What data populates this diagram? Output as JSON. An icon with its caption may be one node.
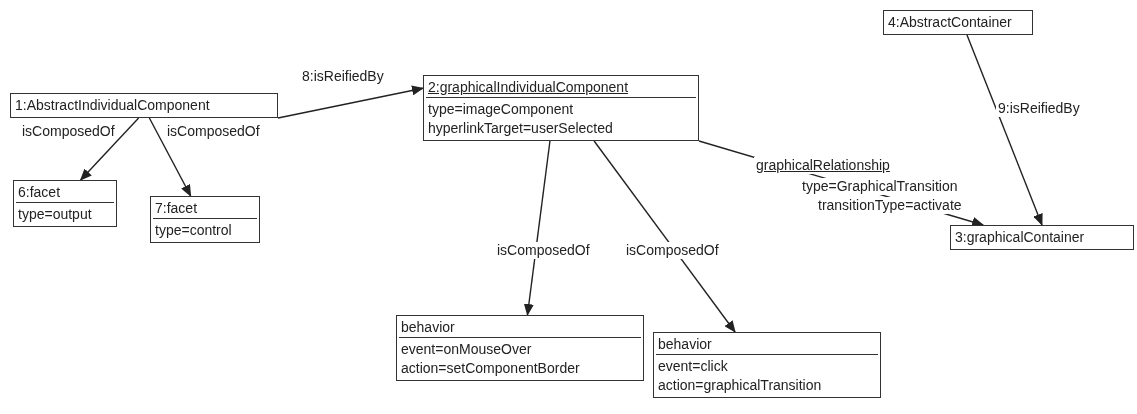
{
  "diagram": {
    "nodes": [
      {
        "text": [
          "1:AbstractIndividualComponent"
        ]
      },
      {
        "text": [
          "2:graphicalIndividualComponent",
          "type=imageComponent",
          "hyperlinkTarget=userSelected"
        ]
      },
      {
        "text": [
          "4:AbstractContainer"
        ]
      },
      {
        "text": [
          "6:facet",
          "type=output"
        ]
      },
      {
        "text": [
          "7:facet",
          "type=control"
        ]
      },
      {
        "text": [
          "3:graphicalContainer"
        ]
      },
      {
        "text": [
          "behavior",
          "event=onMouseOver",
          "action=setComponentBorder"
        ]
      },
      {
        "text": [
          "behavior",
          "event=click",
          "action=graphicalTransition"
        ]
      }
    ],
    "edges": [
      {
        "from": 0,
        "to": 1,
        "arrow": "to",
        "label": "8:isReifiedBy"
      },
      {
        "from": 0,
        "to": 3,
        "arrow": "to",
        "label": "isComposedOf"
      },
      {
        "from": 0,
        "to": 4,
        "arrow": "to",
        "label": "isComposedOf"
      },
      {
        "from": 1,
        "to": 6,
        "arrow": "to",
        "label": "isComposedOf"
      },
      {
        "from": 1,
        "to": 7,
        "arrow": "to",
        "label": "isComposedOf"
      },
      {
        "from": 1,
        "to": 5,
        "arrow": "to",
        "label": "graphicalRelationship"
      },
      {
        "from": 2,
        "to": 5,
        "arrow": "to",
        "label": "9:isReifiedBy"
      }
    ],
    "labels": [
      "type=GraphicalTransition",
      "transitionType=activate"
    ]
  }
}
